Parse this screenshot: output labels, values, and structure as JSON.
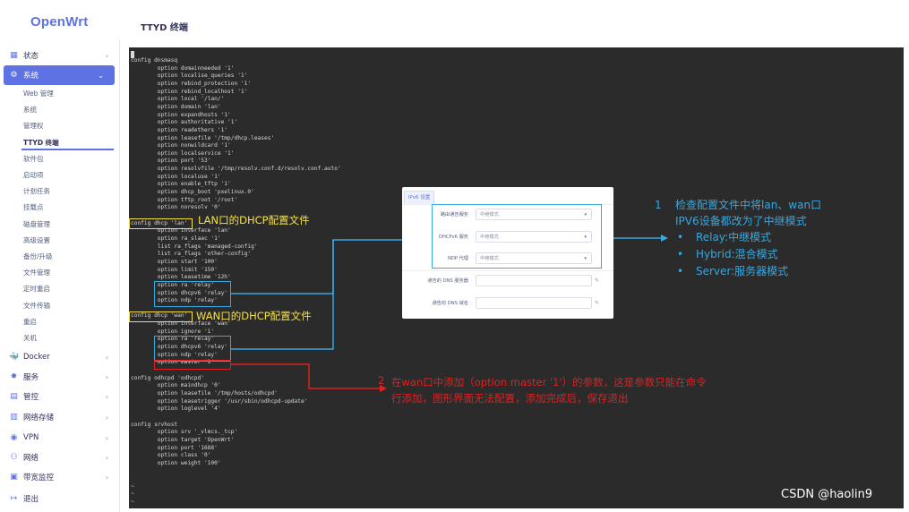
{
  "brand": {
    "name": "OpenWrt",
    "color": "#5e72e4"
  },
  "header": {
    "title": "TTYD 终端"
  },
  "sidebar": {
    "menus": [
      {
        "icon": "dashboard-icon",
        "glyph": "▦",
        "label": "状态"
      },
      {
        "icon": "gear-icon",
        "glyph": "⚙",
        "label": "系统",
        "active": true
      },
      {
        "icon": "docker-icon",
        "glyph": "🐳",
        "label": "Docker"
      },
      {
        "icon": "services-icon",
        "glyph": "✸",
        "label": "服务"
      },
      {
        "icon": "control-icon",
        "glyph": "▤",
        "label": "管控"
      },
      {
        "icon": "storage-icon",
        "glyph": "▥",
        "label": "网络存储"
      },
      {
        "icon": "vpn-icon",
        "glyph": "◉",
        "label": "VPN"
      },
      {
        "icon": "network-icon",
        "glyph": "⚇",
        "label": "网络"
      },
      {
        "icon": "monitor-icon",
        "glyph": "▣",
        "label": "带宽监控"
      },
      {
        "icon": "logout-icon",
        "glyph": "↦",
        "label": "退出"
      }
    ],
    "system_subitems": [
      "Web 管理",
      "系统",
      "管理权",
      "TTYD 终端",
      "软件包",
      "启动项",
      "计划任务",
      "挂载点",
      "磁盘管理",
      "高级设置",
      "备份/升级",
      "文件管理",
      "定时重启",
      "文件传输",
      "重启",
      "关机"
    ],
    "current_subitem": "TTYD 终端"
  },
  "terminal": {
    "lines": [
      "config dnsmasq",
      "        option domainneeded '1'",
      "        option localise_queries '1'",
      "        option rebind_protection '1'",
      "        option rebind_localhost '1'",
      "        option local '/lan/'",
      "        option domain 'lan'",
      "        option expandhosts '1'",
      "        option authoritative '1'",
      "        option readethers '1'",
      "        option leasefile '/tmp/dhcp.leases'",
      "        option nonwildcard '1'",
      "        option localservice '1'",
      "        option port '53'",
      "        option resolvfile '/tmp/resolv.conf.d/resolv.conf.auto'",
      "        option localuse '1'",
      "        option enable_tftp '1'",
      "        option dhcp_boot 'pxelinux.0'",
      "        option tftp_root '/root'",
      "        option noresolv '0'",
      "",
      "config dhcp 'lan'",
      "        option interface 'lan'",
      "        option ra_slaac '1'",
      "        list ra_flags 'managed-config'",
      "        list ra_flags 'other-config'",
      "        option start '100'",
      "        option limit '150'",
      "        option leasetime '12h'",
      "        option ra 'relay'",
      "        option dhcpv6 'relay'",
      "        option ndp 'relay'",
      "",
      "config dhcp 'wan'",
      "        option interface 'wan'",
      "        option ignore '1'",
      "        option ra 'relay'",
      "        option dhcpv6 'relay'",
      "        option ndp 'relay'",
      "        option master '1'",
      "",
      "config odhcpd 'odhcpd'",
      "        option maindhcp '0'",
      "        option leasefile '/tmp/hosts/odhcpd'",
      "        option leasetrigger '/usr/sbin/odhcpd-update'",
      "        option loglevel '4'",
      "",
      "config srvhost",
      "        option srv '_vlmcs._tcp'",
      "        option target 'OpenWrt'",
      "        option port '1688'",
      "        option class '0'",
      "        option weight '100'",
      "",
      "",
      "~",
      "~",
      "~"
    ]
  },
  "annotations": {
    "lan_label": "LAN口的DHCP配置文件",
    "wan_label": "WAN口的DHCP配置文件",
    "note1": {
      "number": "1",
      "line1": "检查配置文件中将lan、wan口",
      "line2": "IPV6设备都改为了中继模式",
      "bullets": [
        "Relay:中继模式",
        "Hybrid:混合模式",
        "Server:服务器模式"
      ]
    },
    "note2": {
      "number": "2",
      "line1": "在wan口中添加（option master '1'）的参数，这是参数只能在命令",
      "line2": "行添加，图形界面无法配置，添加完成后，保存退出"
    }
  },
  "ipv6_panel": {
    "tab": "IPv6 设置",
    "rows": [
      {
        "label": "路由通告服务",
        "value": "中继模式"
      },
      {
        "label": "DHCPv6 服务",
        "value": "中继模式"
      },
      {
        "label": "NDP 代理",
        "value": "中继模式"
      }
    ],
    "extra_rows": [
      {
        "label": "通告的 DNS 服务器"
      },
      {
        "label": "通告的 DNS 域名"
      }
    ]
  },
  "watermark": "CSDN @haolin9",
  "colors": {
    "yellow": "#f6e04b",
    "blue": "#37a8e0",
    "red": "#e02020",
    "terminal_bg": "#2b2b2b"
  }
}
